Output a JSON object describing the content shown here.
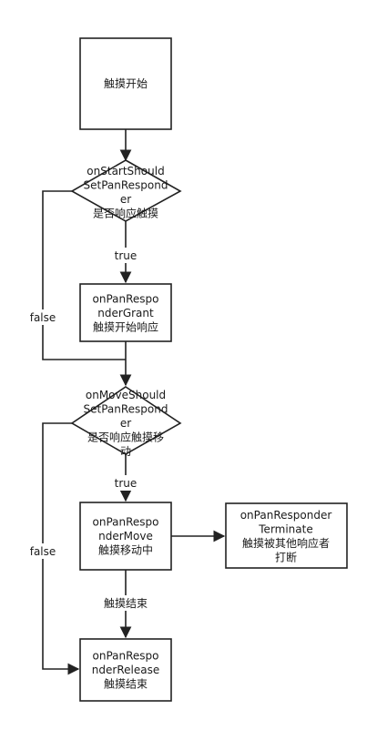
{
  "nodes": {
    "start": {
      "lines": [
        "触摸开始"
      ]
    },
    "decision1": {
      "lines": [
        "onStartShould",
        "SetPanRespond",
        "er",
        "是否响应触摸"
      ]
    },
    "grant": {
      "lines": [
        "onPanRespo",
        "nderGrant",
        "触摸开始响应"
      ]
    },
    "decision2": {
      "lines": [
        "onMoveShould",
        "SetPanRespond",
        "er",
        "是否响应触摸移",
        "动"
      ]
    },
    "move": {
      "lines": [
        "onPanRespo",
        "nderMove",
        "触摸移动中"
      ]
    },
    "terminate": {
      "lines": [
        "onPanResponder",
        "Terminate",
        "触摸被其他响应者",
        "打断"
      ]
    },
    "release": {
      "lines": [
        "onPanRespo",
        "nderRelease",
        "触摸结束"
      ]
    }
  },
  "edges": {
    "true1": "true",
    "false1": "false",
    "true2": "true",
    "false2": "false",
    "end": "触摸结束"
  },
  "colors": {
    "stroke": "#222222",
    "text": "#1a1a1a",
    "background": "#ffffff"
  }
}
